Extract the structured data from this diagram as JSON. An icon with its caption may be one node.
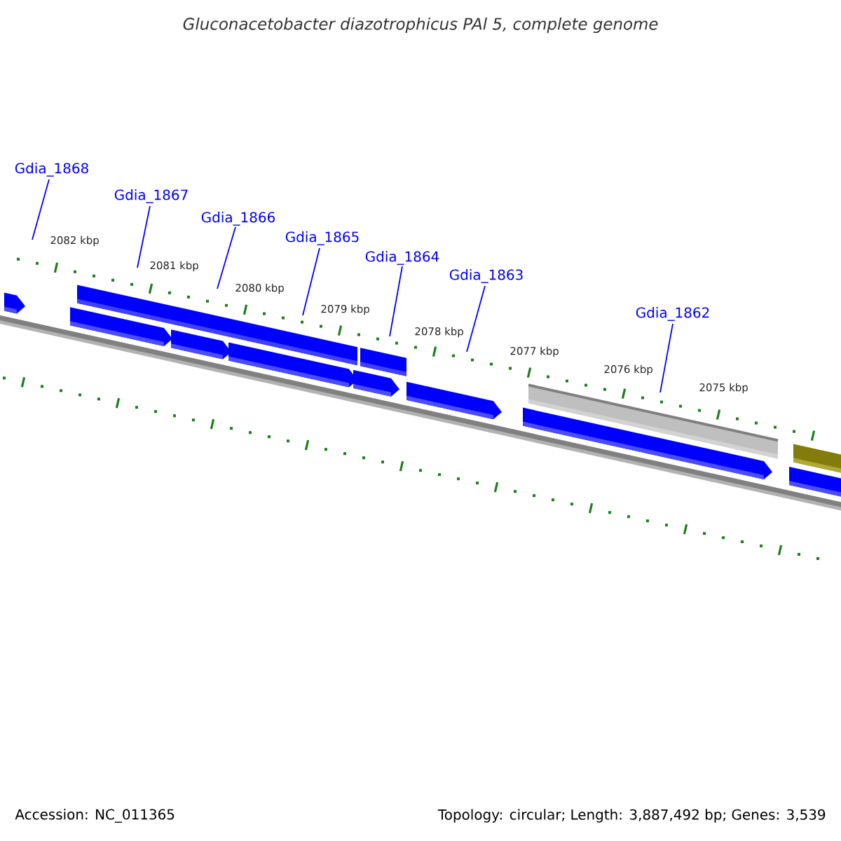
{
  "diagram": {
    "title": "Gluconacetobacter diazotrophicus PAl 5, complete genome",
    "nodes": [
      {
        "text": [
          "Gdia_1868"
        ]
      },
      {
        "text": [
          "Gdia_1867"
        ]
      },
      {
        "text": [
          "Gdia_1866"
        ]
      },
      {
        "text": [
          "Gdia_1865"
        ]
      },
      {
        "text": [
          "Gdia_1864"
        ]
      },
      {
        "text": [
          "Gdia_1863"
        ]
      },
      {
        "text": [
          "Gdia_1862"
        ]
      }
    ],
    "edges": [
      {
        "from": 0,
        "to": null,
        "arrow": "none"
      },
      {
        "from": 1,
        "to": null,
        "arrow": "none"
      },
      {
        "from": 2,
        "to": null,
        "arrow": "none"
      },
      {
        "from": 3,
        "to": null,
        "arrow": "none"
      },
      {
        "from": 4,
        "to": null,
        "arrow": "none"
      },
      {
        "from": 5,
        "to": null,
        "arrow": "none"
      },
      {
        "from": 6,
        "to": null,
        "arrow": "none"
      }
    ],
    "labels": [
      "2082 kbp",
      "2081 kbp",
      "2080 kbp",
      "2079 kbp",
      "2078 kbp",
      "2077 kbp",
      "2076 kbp",
      "2075 kbp",
      "Accession: NC_011365",
      "Topology: circular; Length: 3,887,492 bp; Genes: 3,539"
    ]
  }
}
